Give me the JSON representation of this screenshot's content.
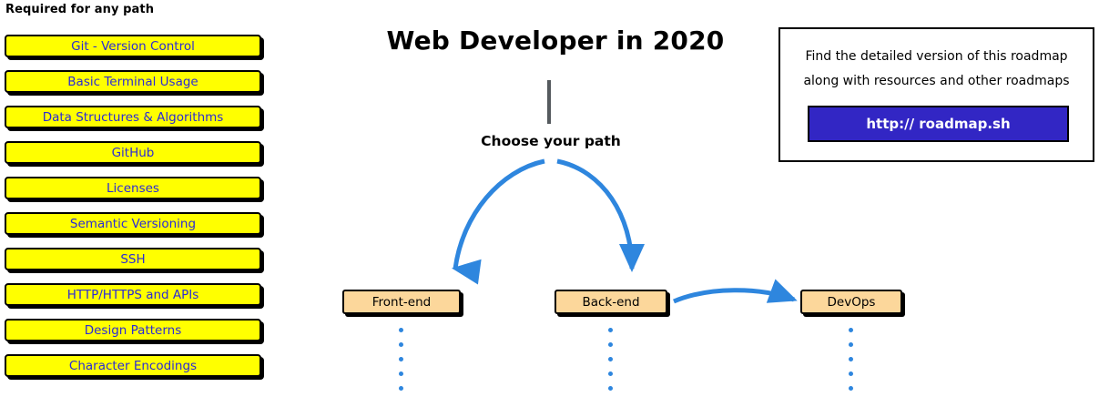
{
  "left_column": {
    "heading": "Required for any path",
    "items": [
      {
        "label": "Git - Version Control"
      },
      {
        "label": "Basic Terminal Usage"
      },
      {
        "label": "Data Structures & Algorithms"
      },
      {
        "label": "GitHub"
      },
      {
        "label": "Licenses"
      },
      {
        "label": "Semantic Versioning"
      },
      {
        "label": "SSH"
      },
      {
        "label": "HTTP/HTTPS and APIs"
      },
      {
        "label": "Design Patterns"
      },
      {
        "label": "Character Encodings"
      }
    ]
  },
  "center": {
    "title": "Web Developer in 2020",
    "choose_path": "Choose your path",
    "nodes": [
      {
        "label": "Front-end"
      },
      {
        "label": "Back-end"
      },
      {
        "label": "DevOps"
      }
    ]
  },
  "info_box": {
    "line1": "Find the detailed version of this roadmap",
    "line2": "along with resources and other roadmaps",
    "button_label": "http:// roadmap.sh"
  },
  "colors": {
    "required_box_fill": "#ffff00",
    "required_box_text": "#2b2bd6",
    "node_fill": "#fcd79b",
    "arrow": "#2e86de",
    "button_fill": "#3226c4",
    "stem": "#555a5e"
  }
}
